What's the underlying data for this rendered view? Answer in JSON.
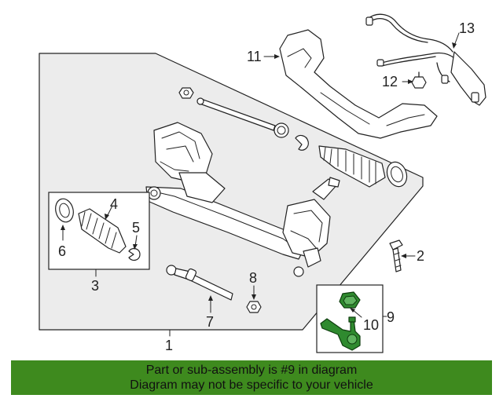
{
  "callouts": {
    "c1": "1",
    "c2": "2",
    "c3": "3",
    "c4": "4",
    "c5": "5",
    "c6": "6",
    "c7": "7",
    "c8": "8",
    "c9": "9",
    "c10": "10",
    "c11": "11",
    "c12": "12",
    "c13": "13"
  },
  "colors": {
    "highlight": "#2f8a2f",
    "footer_background": "#3e8a1e",
    "panel_fill": "#ececec"
  },
  "footer": {
    "line1": "Part or sub-assembly is #9 in diagram",
    "line2": "Diagram may not be specific to your vehicle"
  }
}
